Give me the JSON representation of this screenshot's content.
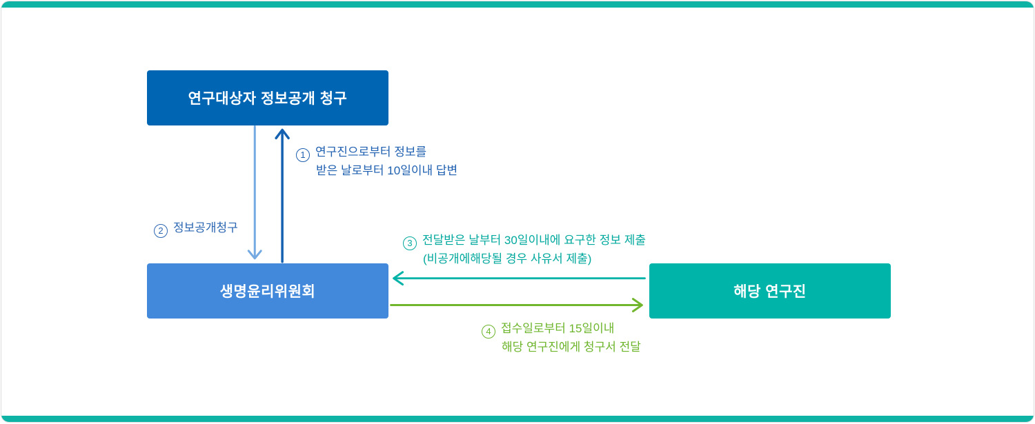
{
  "frame": {
    "top_bar_color": "#0FB3A6",
    "bottom_bar_color": "#0FB3A6",
    "border_color": "#DCDCDC",
    "background": "#FFFFFF"
  },
  "diagram": {
    "nodes": {
      "request": {
        "label": "연구대상자 정보공개 청구",
        "color": "#0066B3"
      },
      "committee": {
        "label": "생명윤리위원회",
        "color": "#4289DB"
      },
      "researchers": {
        "label": "해당 연구진",
        "color": "#00B4A9"
      }
    },
    "edges": {
      "reply": {
        "num": "1",
        "line1": "연구진으로부터 정보를",
        "line2": "받은 날로부터 10일이내 답변",
        "direction": "up",
        "from": "생명윤리위원회",
        "to": "연구대상자 정보공개 청구",
        "color": "#1E5FB0",
        "arrow_color": "#1461B2"
      },
      "request": {
        "num": "2",
        "line1": "정보공개청구",
        "direction": "down",
        "from": "연구대상자 정보공개 청구",
        "to": "생명윤리위원회",
        "color": "#2B66B2",
        "arrow_color": "#74A9E2"
      },
      "submit": {
        "num": "3",
        "line1": "전달받은 날부터 30일이내에 요구한 정보 제출",
        "line2": "(비공개에해당될 경우 사유서 제출)",
        "direction": "left",
        "from": "해당 연구진",
        "to": "생명윤리위원회",
        "color": "#00A89D",
        "arrow_color": "#00B2A7"
      },
      "forward": {
        "num": "4",
        "line1": "접수일로부터 15일이내",
        "line2": "해당 연구진에게 청구서 전달",
        "direction": "right",
        "from": "생명윤리위원회",
        "to": "해당 연구진",
        "color": "#6CB42A",
        "arrow_color": "#71B62C"
      }
    }
  }
}
